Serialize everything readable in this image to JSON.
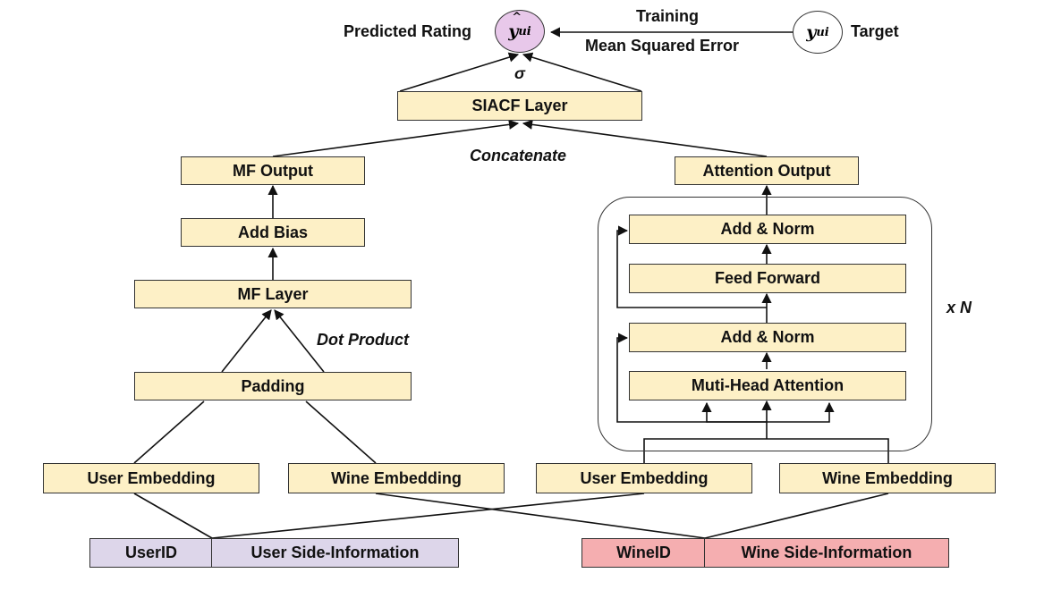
{
  "top": {
    "predicted_label": "Predicted Rating",
    "pred_symbol": "y",
    "pred_sub": "ui",
    "target_symbol": "y",
    "target_sub": "ui",
    "target_label": "Target",
    "training_label": "Training",
    "mse_label": "Mean Squared Error",
    "sigma_label": "σ"
  },
  "siacf_layer": "SIACF Layer",
  "concatenate_label": "Concatenate",
  "mf_branch": {
    "mf_output": "MF Output",
    "add_bias": "Add Bias",
    "mf_layer": "MF Layer",
    "dot_product_label": "Dot Product",
    "padding": "Padding",
    "user_embedding": "User Embedding",
    "wine_embedding": "Wine Embedding"
  },
  "attention_branch": {
    "attention_output": "Attention Output",
    "add_norm_top": "Add & Norm",
    "feed_forward": "Feed Forward",
    "add_norm_bottom": "Add & Norm",
    "multi_head": "Muti-Head Attention",
    "repeat_label": "x N",
    "user_embedding": "User Embedding",
    "wine_embedding": "Wine Embedding"
  },
  "inputs": {
    "user_id": "UserID",
    "user_side": "User Side-Information",
    "wine_id": "WineID",
    "wine_side": "Wine Side-Information"
  },
  "colors": {
    "box_fill": "#fdf0c6",
    "user_input_fill": "#ddd6ea",
    "wine_input_fill": "#f5aeb0",
    "prediction_fill": "#e8c8ea"
  }
}
